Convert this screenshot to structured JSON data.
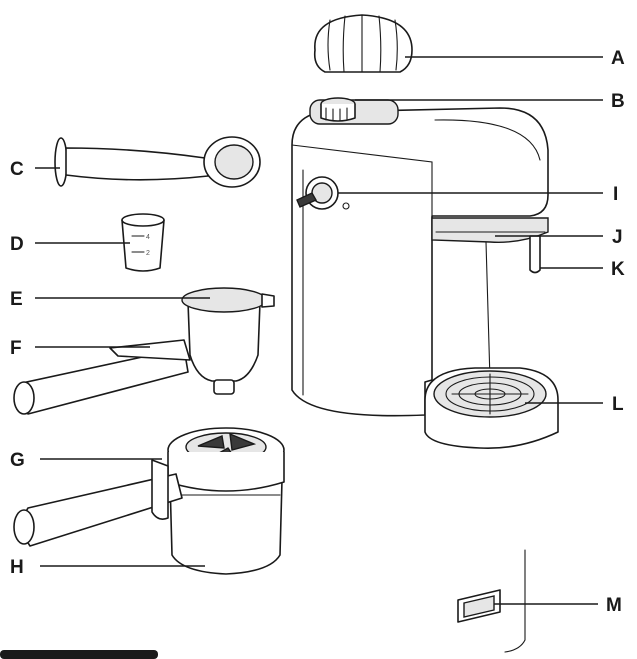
{
  "labels": {
    "A": "A",
    "B": "B",
    "C": "C",
    "D": "D",
    "E": "E",
    "F": "F",
    "G": "G",
    "H": "H",
    "I": "I",
    "J": "J",
    "K": "K",
    "L": "L",
    "M": "M"
  },
  "cup_marks": {
    "upper": "4",
    "lower": "2"
  },
  "colors": {
    "line": "#1a1a1a",
    "fill": "#ffffff",
    "shade": "#e6e6e6",
    "dark": "#3a3a3a"
  }
}
